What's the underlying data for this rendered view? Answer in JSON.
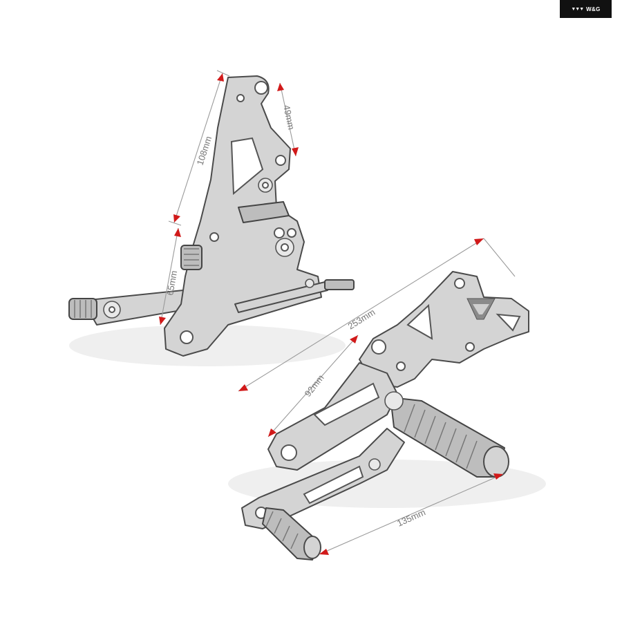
{
  "brand": {
    "logo": "▼▼▼",
    "name": "W&G",
    "logo_icon": "wing-logo-icon"
  },
  "accent_color": "#d11a1a",
  "dimensions": [
    {
      "id": "dim-108",
      "label": "108mm"
    },
    {
      "id": "dim-49",
      "label": "49mm"
    },
    {
      "id": "dim-65",
      "label": "65mm"
    },
    {
      "id": "dim-253",
      "label": "253mm"
    },
    {
      "id": "dim-92",
      "label": "92mm"
    },
    {
      "id": "dim-135",
      "label": "135mm"
    }
  ]
}
